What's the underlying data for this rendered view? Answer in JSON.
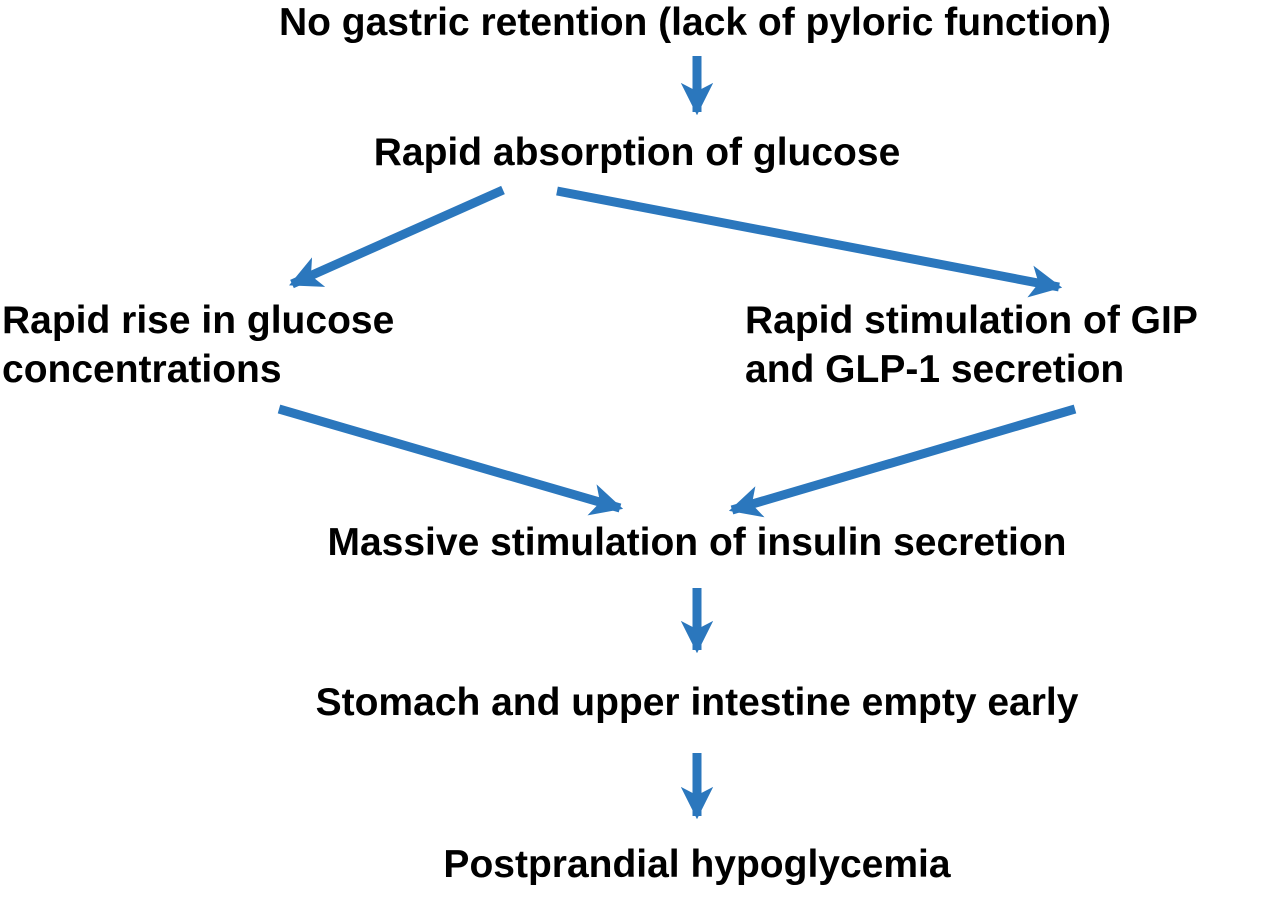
{
  "diagram": {
    "description": "Flowchart of mechanism leading from absent gastric retention to postprandial hypoglycemia",
    "colors": {
      "arrow": "#2b77bd",
      "text": "#000000",
      "background": "#ffffff"
    },
    "nodes": [
      {
        "id": "no-gastric-retention",
        "label": "No gastric retention (lack of pyloric function)"
      },
      {
        "id": "rapid-absorption-of-glucose",
        "label": "Rapid absorption of glucose"
      },
      {
        "id": "rapid-rise-in-glucose-concentrations",
        "label": "Rapid rise in glucose concentrations",
        "line1": "Rapid rise in glucose",
        "line2": "concentrations"
      },
      {
        "id": "rapid-stimulation-of-gip-and-glp1-secretion",
        "label": "Rapid stimulation of GIP and GLP-1 secretion",
        "line1": "Rapid stimulation of GIP",
        "line2": "and GLP-1 secretion"
      },
      {
        "id": "massive-stimulation-of-insulin-secretion",
        "label": "Massive stimulation of insulin secretion"
      },
      {
        "id": "stomach-and-upper-intestine-empty-early",
        "label": "Stomach and upper intestine empty early"
      },
      {
        "id": "postprandial-hypoglycemia",
        "label": "Postprandial hypoglycemia"
      }
    ],
    "edges": [
      {
        "from": "no-gastric-retention",
        "to": "rapid-absorption-of-glucose"
      },
      {
        "from": "rapid-absorption-of-glucose",
        "to": "rapid-rise-in-glucose-concentrations"
      },
      {
        "from": "rapid-absorption-of-glucose",
        "to": "rapid-stimulation-of-gip-and-glp1-secretion"
      },
      {
        "from": "rapid-rise-in-glucose-concentrations",
        "to": "massive-stimulation-of-insulin-secretion"
      },
      {
        "from": "rapid-stimulation-of-gip-and-glp1-secretion",
        "to": "massive-stimulation-of-insulin-secretion"
      },
      {
        "from": "massive-stimulation-of-insulin-secretion",
        "to": "stomach-and-upper-intestine-empty-early"
      },
      {
        "from": "stomach-and-upper-intestine-empty-early",
        "to": "postprandial-hypoglycemia"
      }
    ]
  }
}
